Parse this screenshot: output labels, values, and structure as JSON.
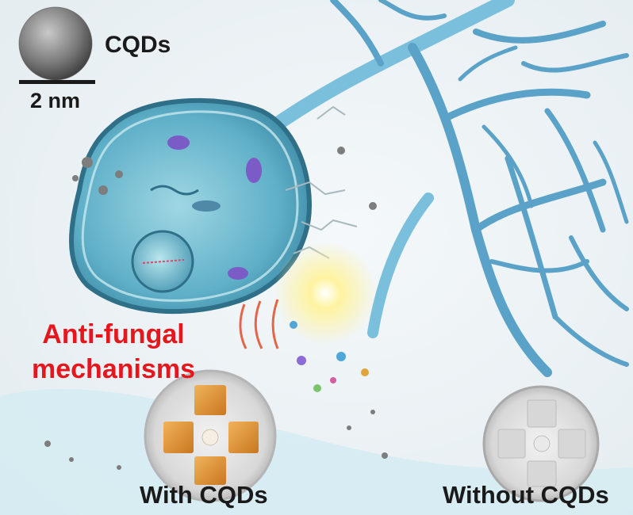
{
  "labels": {
    "cqds": "CQDs",
    "scale_bar": "2 nm",
    "mechanism_line1": "Anti-fungal",
    "mechanism_line2": "mechanisms",
    "with_cqds": "With CQDs",
    "without_cqds": "Without CQDs"
  },
  "colors": {
    "title_red": "#e5171d",
    "hyphae_blue": "#5aa2c8",
    "cell_cyan": "#7ec4d6",
    "organelle_purple": "#7b5bc6",
    "background": "#eef3f6"
  }
}
